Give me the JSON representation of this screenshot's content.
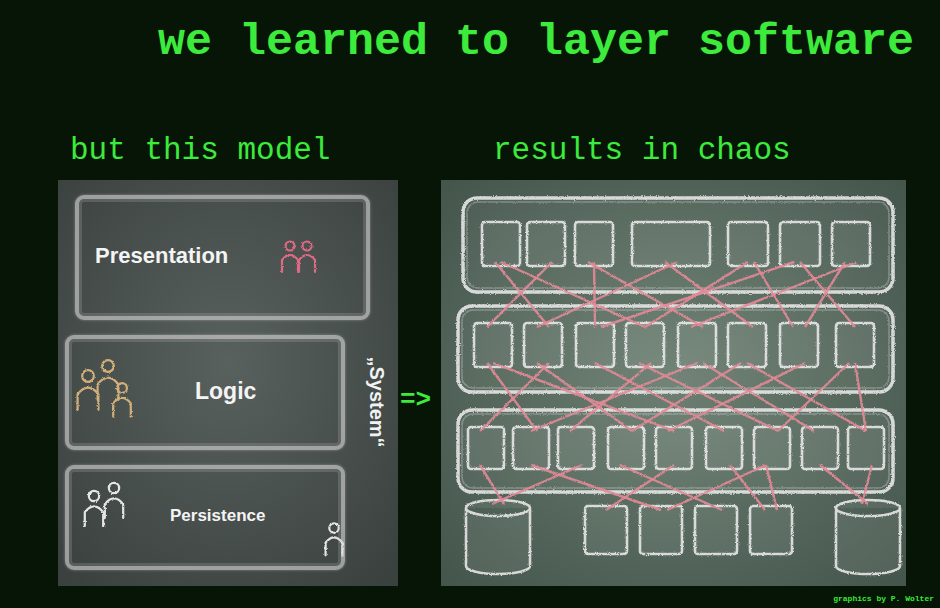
{
  "diagram": {
    "title": "we learned to layer software",
    "nodes": [
      {
        "text": [
          "Presentation"
        ]
      },
      {
        "text": [
          "Logic"
        ]
      },
      {
        "text": [
          "Persistence"
        ]
      }
    ],
    "labels": [
      "but this model",
      "results in chaos",
      "„System“",
      "=>",
      "graphics by P. Wolter"
    ]
  }
}
